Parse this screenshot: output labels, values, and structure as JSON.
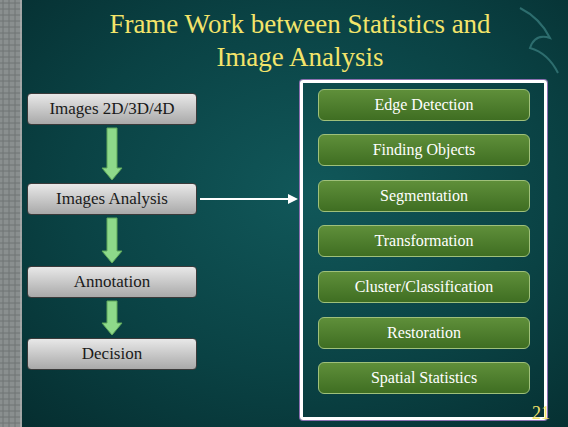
{
  "diagram": {
    "title": "Frame Work between Statistics and Image Analysis",
    "nodes": [
      {
        "text": [
          "Images 2D/3D/4D"
        ]
      },
      {
        "text": [
          "Images Analysis"
        ]
      },
      {
        "text": [
          "Annotation"
        ]
      },
      {
        "text": [
          "Decision"
        ]
      },
      {
        "text": [
          "Edge Detection"
        ]
      },
      {
        "text": [
          "Finding Objects"
        ]
      },
      {
        "text": [
          "Segmentation"
        ]
      },
      {
        "text": [
          "Transformation"
        ]
      },
      {
        "text": [
          "Cluster/Classification"
        ]
      },
      {
        "text": [
          "Restoration"
        ]
      },
      {
        "text": [
          "Spatial Statistics"
        ]
      }
    ],
    "edges": [
      {
        "from": 0,
        "to": 1,
        "arrow": "to"
      },
      {
        "from": 1,
        "to": 2,
        "arrow": "to"
      },
      {
        "from": 2,
        "to": 3,
        "arrow": "to"
      }
    ],
    "labels": [
      "21"
    ]
  }
}
